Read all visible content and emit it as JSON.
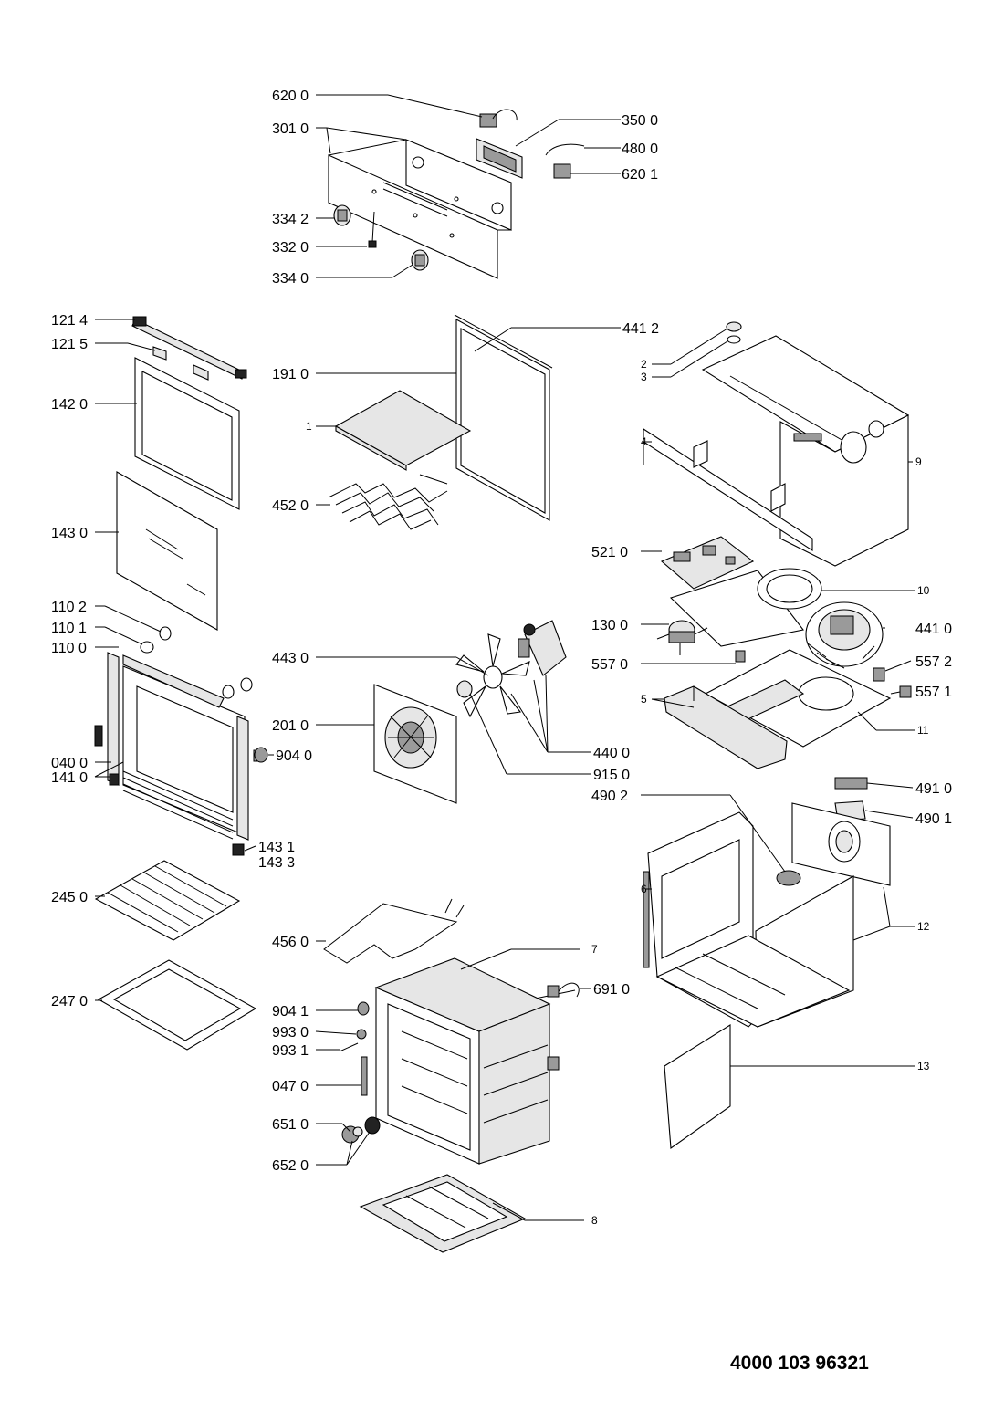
{
  "document_number": "4000 103 96321",
  "labels": [
    {
      "id": "l6200",
      "text": "620 0"
    },
    {
      "id": "l3010",
      "text": "301 0"
    },
    {
      "id": "l3500",
      "text": "350 0"
    },
    {
      "id": "l4800",
      "text": "480 0"
    },
    {
      "id": "l6201",
      "text": "620 1"
    },
    {
      "id": "l3342",
      "text": "334 2"
    },
    {
      "id": "l3320",
      "text": "332 0"
    },
    {
      "id": "l3340",
      "text": "334 0"
    },
    {
      "id": "l1214",
      "text": "121 4"
    },
    {
      "id": "l1215",
      "text": "121 5"
    },
    {
      "id": "l1420",
      "text": "142 0"
    },
    {
      "id": "l1430",
      "text": "143 0"
    },
    {
      "id": "l1102",
      "text": "110 2"
    },
    {
      "id": "l1101",
      "text": "110 1"
    },
    {
      "id": "l1100",
      "text": "110 0"
    },
    {
      "id": "l0400",
      "text": "040 0"
    },
    {
      "id": "l1410",
      "text": "141 0"
    },
    {
      "id": "l1431",
      "text": "143 1"
    },
    {
      "id": "l1433",
      "text": "143 3"
    },
    {
      "id": "l2450",
      "text": "245 0"
    },
    {
      "id": "l2470",
      "text": "247 0"
    },
    {
      "id": "l4412",
      "text": "441 2"
    },
    {
      "id": "l1910",
      "text": "191 0"
    },
    {
      "id": "l1",
      "text": "1"
    },
    {
      "id": "l4520",
      "text": "452 0"
    },
    {
      "id": "l4430",
      "text": "443 0"
    },
    {
      "id": "l2010",
      "text": "201 0"
    },
    {
      "id": "l9040",
      "text": "904 0"
    },
    {
      "id": "l4400",
      "text": "440 0"
    },
    {
      "id": "l9150",
      "text": "915 0"
    },
    {
      "id": "l4560",
      "text": "456 0"
    },
    {
      "id": "l7",
      "text": "7"
    },
    {
      "id": "l6910",
      "text": "691 0"
    },
    {
      "id": "l9041",
      "text": "904 1"
    },
    {
      "id": "l9930",
      "text": "993 0"
    },
    {
      "id": "l9931",
      "text": "993 1"
    },
    {
      "id": "l0470",
      "text": "047 0"
    },
    {
      "id": "l6510",
      "text": "651 0"
    },
    {
      "id": "l6520",
      "text": "652 0"
    },
    {
      "id": "l8",
      "text": "8"
    },
    {
      "id": "l2",
      "text": "2"
    },
    {
      "id": "l3",
      "text": "3"
    },
    {
      "id": "l4",
      "text": "4"
    },
    {
      "id": "l9",
      "text": "9"
    },
    {
      "id": "l5210",
      "text": "521 0"
    },
    {
      "id": "l10",
      "text": "10"
    },
    {
      "id": "l1300",
      "text": "130 0"
    },
    {
      "id": "l4410",
      "text": "441 0"
    },
    {
      "id": "l5570",
      "text": "557 0"
    },
    {
      "id": "l5572",
      "text": "557 2"
    },
    {
      "id": "l5571",
      "text": "557 1"
    },
    {
      "id": "l5",
      "text": "5"
    },
    {
      "id": "l11",
      "text": "11"
    },
    {
      "id": "l4910",
      "text": "491 0"
    },
    {
      "id": "l4902",
      "text": "490 2"
    },
    {
      "id": "l4901",
      "text": "490 1"
    },
    {
      "id": "l6",
      "text": "6"
    },
    {
      "id": "l12",
      "text": "12"
    },
    {
      "id": "l13",
      "text": "13"
    }
  ]
}
